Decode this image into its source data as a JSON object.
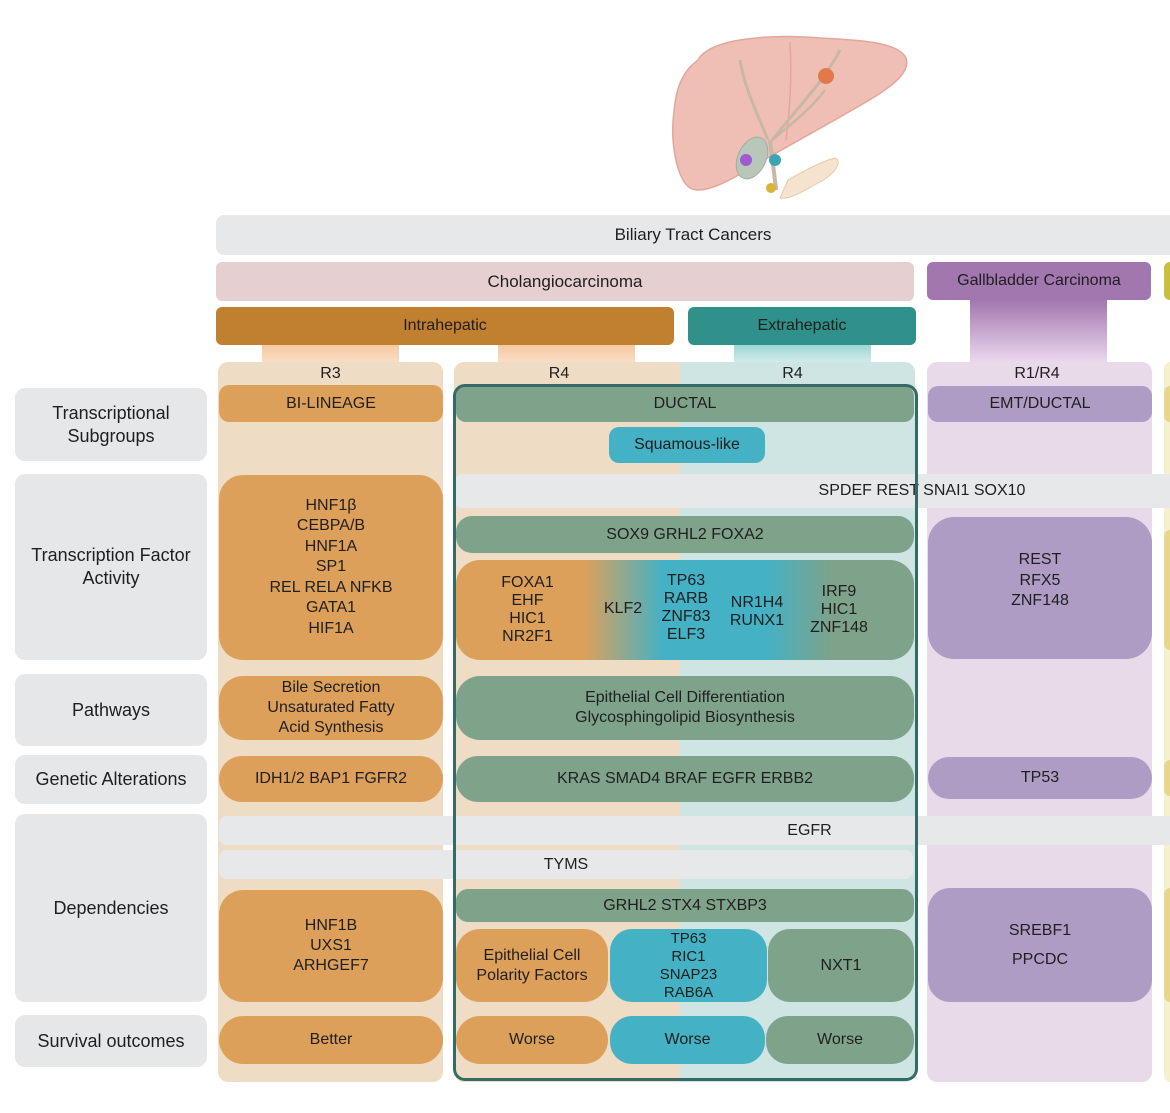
{
  "header": {
    "biliary": "Biliary Tract Cancers",
    "cholangio": "Cholangiocarcinoma",
    "gallbladder": "Gallbladder Carcinoma",
    "intrahepatic": "Intrahepatic",
    "extrahepatic": "Extrahepatic"
  },
  "columns": {
    "r3": "R3",
    "r4_intra": "R4",
    "r4_extra": "R4",
    "r1r4": "R1/R4"
  },
  "row_labels": {
    "subgroups": [
      "Transcriptional",
      "Subgroups"
    ],
    "tf": [
      "Transcription Factor",
      "Activity"
    ],
    "pathways": "Pathways",
    "genetic": "Genetic Alterations",
    "dependencies": "Dependencies",
    "survival": "Survival outcomes"
  },
  "subgroups": {
    "r3": "BI-LINEAGE",
    "ductal": "DUCTAL",
    "squamous": "Squamous-like",
    "gbc": "EMT/DUCTAL"
  },
  "tf": {
    "shared_bar": "SPDEF REST SNAI1 SOX10",
    "r3": [
      "HNF1β",
      "CEBPA/B",
      "HNF1A",
      "SP1",
      "REL RELA NFKB",
      "GATA1",
      "HIF1A"
    ],
    "ductal_common": "SOX9 GRHL2 FOXA2",
    "ductal_a": [
      "FOXA1",
      "EHF",
      "HIC1",
      "NR2F1"
    ],
    "ductal_b": "KLF2",
    "ductal_c": [
      "TP63",
      "RARB",
      "ZNF83",
      "ELF3"
    ],
    "ductal_d": [
      "NR1H4",
      "RUNX1"
    ],
    "ductal_e": [
      "IRF9",
      "HIC1",
      "ZNF148"
    ],
    "gbc": [
      "REST",
      "RFX5",
      "ZNF148"
    ]
  },
  "pathways": {
    "r3": [
      "Bile Secretion",
      "Unsaturated Fatty",
      "Acid Synthesis"
    ],
    "ductal": [
      "Epithelial Cell Differentiation",
      "Glycosphingolipid Biosynthesis"
    ]
  },
  "genetic": {
    "r3": "IDH1/2 BAP1 FGFR2",
    "ductal": "KRAS SMAD4 BRAF EGFR ERBB2",
    "gbc": "TP53"
  },
  "dependencies": {
    "egfr_bar": "EGFR",
    "tyms_bar": "TYMS",
    "r3": [
      "HNF1B",
      "UXS1",
      "ARHGEF7"
    ],
    "ductal_common": "GRHL2 STX4 STXBP3",
    "ductal_a": [
      "Epithelial Cell",
      "Polarity Factors"
    ],
    "ductal_b": [
      "TP63",
      "RIC1",
      "SNAP23",
      "RAB6A"
    ],
    "ductal_c": "NXT1",
    "gbc": [
      "SREBF1",
      "PPCDC"
    ]
  },
  "survival": {
    "r3": "Better",
    "ductal_a": "Worse",
    "ductal_b": "Worse",
    "ductal_c": "Worse"
  },
  "colors": {
    "intrahepatic": "#c17f30",
    "extrahepatic": "#2f918a",
    "gallbladder": "#a277b0",
    "ductal_green": "#7ea28a",
    "squamous_blue": "#45b1c4",
    "r3_orange": "#dda05b",
    "gbc_purple": "#ae9cc4"
  }
}
